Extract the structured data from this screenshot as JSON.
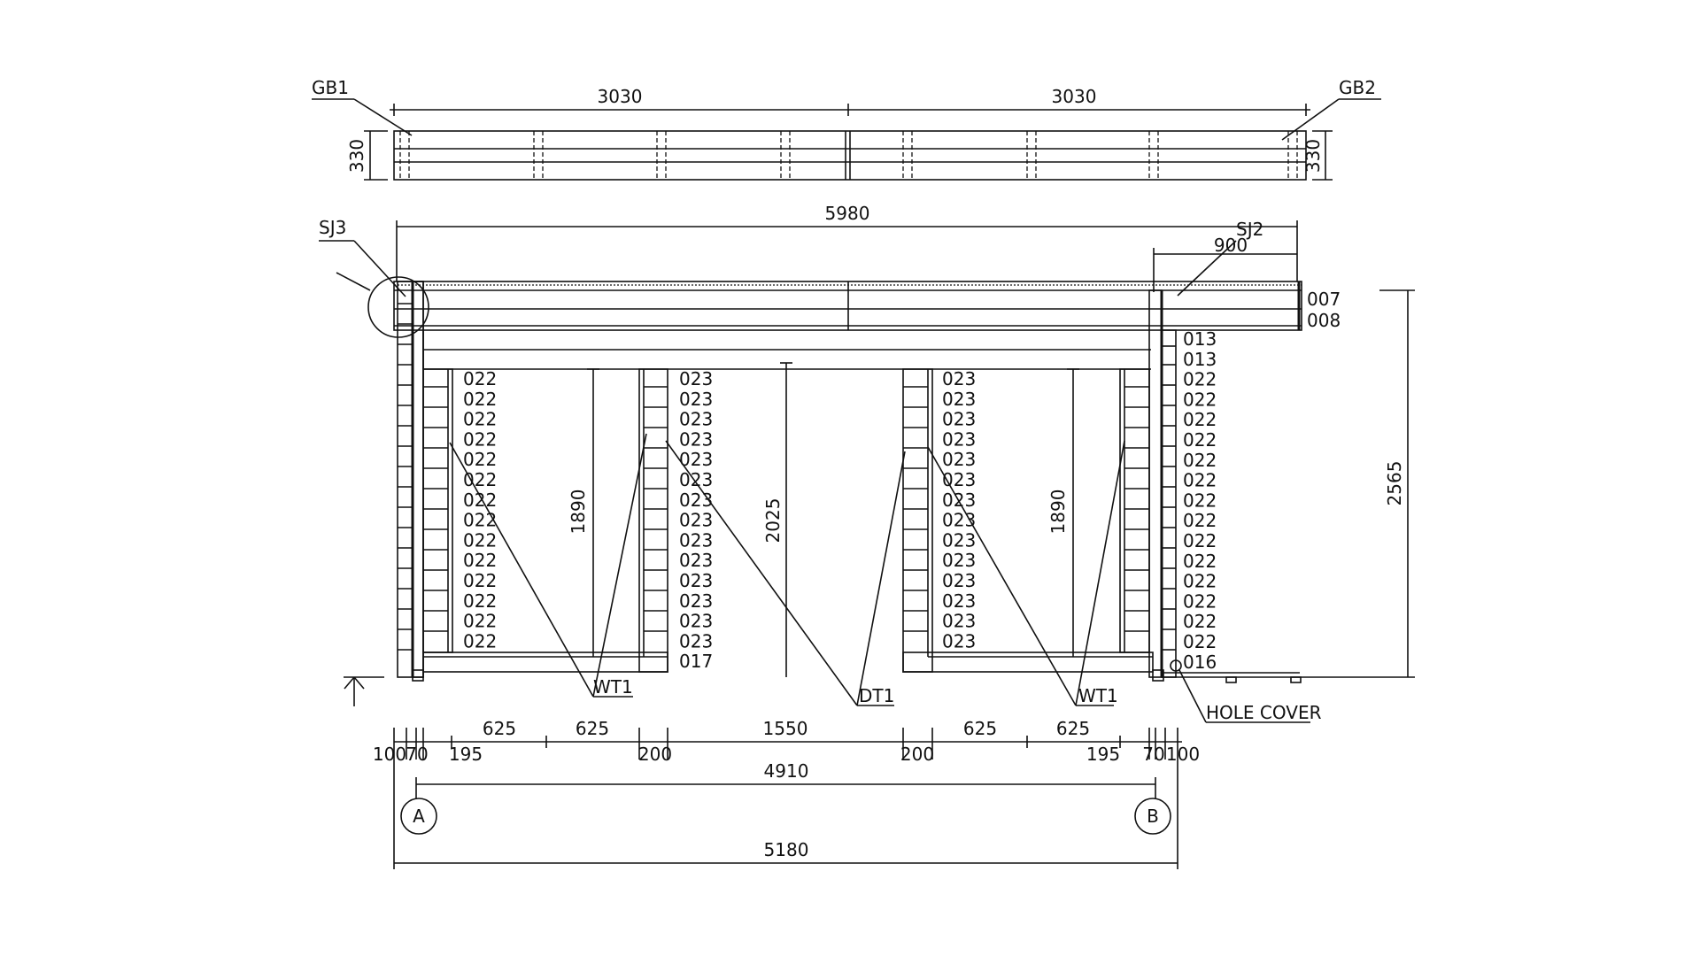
{
  "labels": {
    "gb1": "GB1",
    "gb2": "GB2",
    "sj3": "SJ3",
    "sj2": "SJ2",
    "wt1_left": "WT1",
    "dt1": "DT1",
    "wt1_right": "WT1",
    "hole_cover": "HOLE COVER",
    "grid_a": "A",
    "grid_b": "B"
  },
  "dimensions": {
    "top_left": "3030",
    "top_right": "3030",
    "height_left": "330",
    "height_right": "330",
    "overall_width": "5980",
    "overhang": "900",
    "wall_height": "2565",
    "window_left_height": "1890",
    "door_height": "2025",
    "window_right_height": "1890",
    "grid_span": "4910",
    "base_width": "5180",
    "bottom_row_1": [
      "625",
      "625",
      "1550",
      "625",
      "625"
    ],
    "bottom_row_2": [
      "100",
      "70",
      "195",
      "200",
      "200",
      "195",
      "70",
      "100"
    ]
  },
  "log_codes": {
    "beam_upper": "007",
    "beam_lower": "008",
    "col_left_window": [
      "022",
      "022",
      "022",
      "022",
      "022",
      "022",
      "022",
      "022",
      "022",
      "022",
      "022",
      "022",
      "022",
      "022"
    ],
    "col_left_pier": [
      "023",
      "023",
      "023",
      "023",
      "023",
      "023",
      "023",
      "023",
      "023",
      "023",
      "023",
      "023",
      "023",
      "023",
      "017"
    ],
    "col_right_pier": [
      "023",
      "023",
      "023",
      "023",
      "023",
      "023",
      "023",
      "023",
      "023",
      "023",
      "023",
      "023",
      "023",
      "023"
    ],
    "col_right_wall": [
      "013",
      "013",
      "022",
      "022",
      "022",
      "022",
      "022",
      "022",
      "022",
      "022",
      "022",
      "022",
      "022",
      "022",
      "022",
      "022",
      "016"
    ]
  }
}
